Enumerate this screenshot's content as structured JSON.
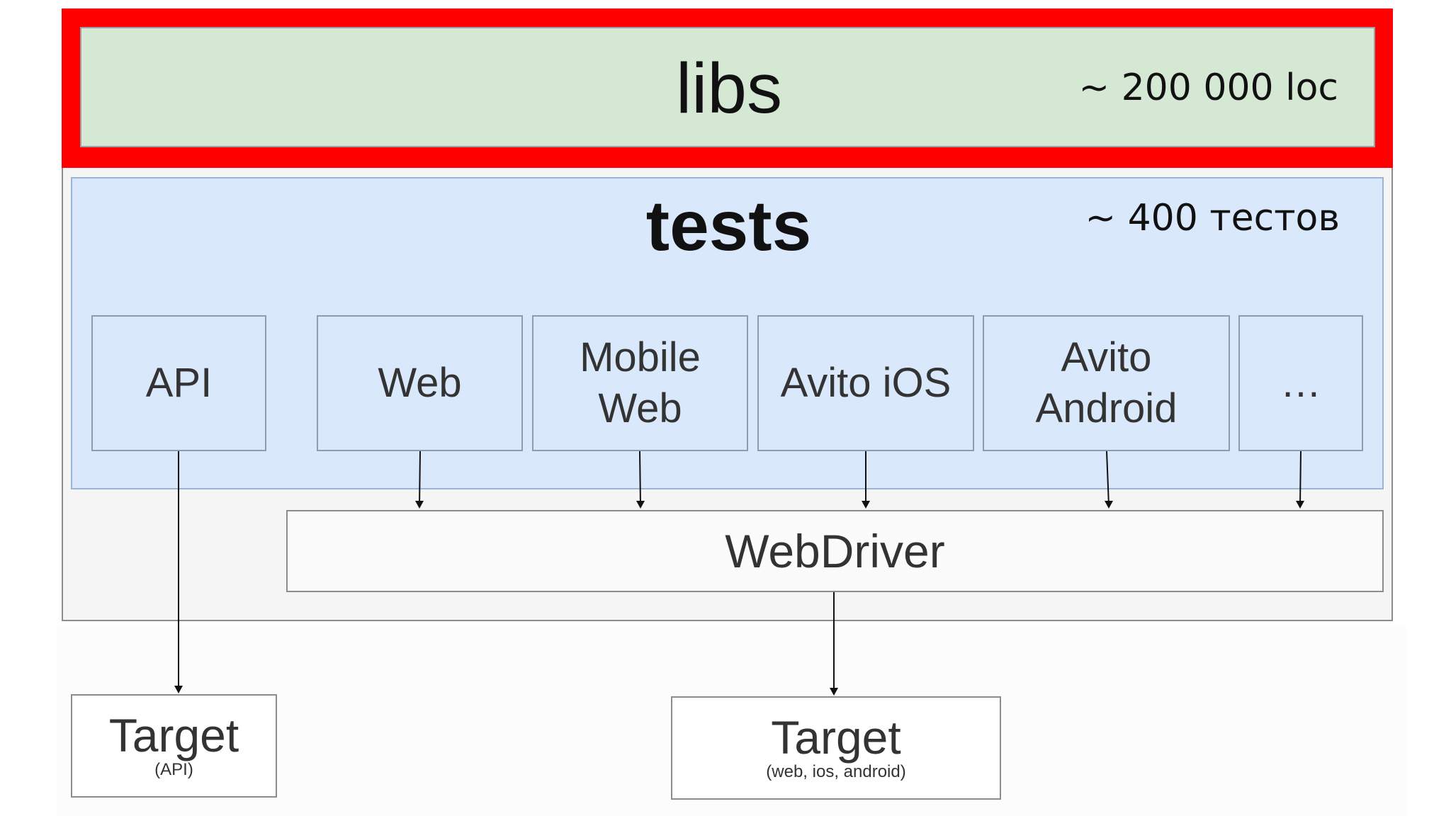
{
  "libs": {
    "title": "libs",
    "count": "~ 200 000 loc"
  },
  "tests": {
    "title": "tests",
    "count": "~ 400 тестов",
    "platforms": [
      {
        "label": "API"
      },
      {
        "label": "Web"
      },
      {
        "label": "Mobile\nWeb"
      },
      {
        "label": "Avito iOS"
      },
      {
        "label": "Avito\nAndroid"
      },
      {
        "label": "…"
      }
    ]
  },
  "webdriver": {
    "label": "WebDriver"
  },
  "targets": [
    {
      "title": "Target",
      "subtitle": "(API)"
    },
    {
      "title": "Target",
      "subtitle": "(web, ios, android)"
    }
  ],
  "colors": {
    "highlight": "#ff0000",
    "libs_fill": "#d5e8d4",
    "tests_fill": "#dae8fc"
  }
}
